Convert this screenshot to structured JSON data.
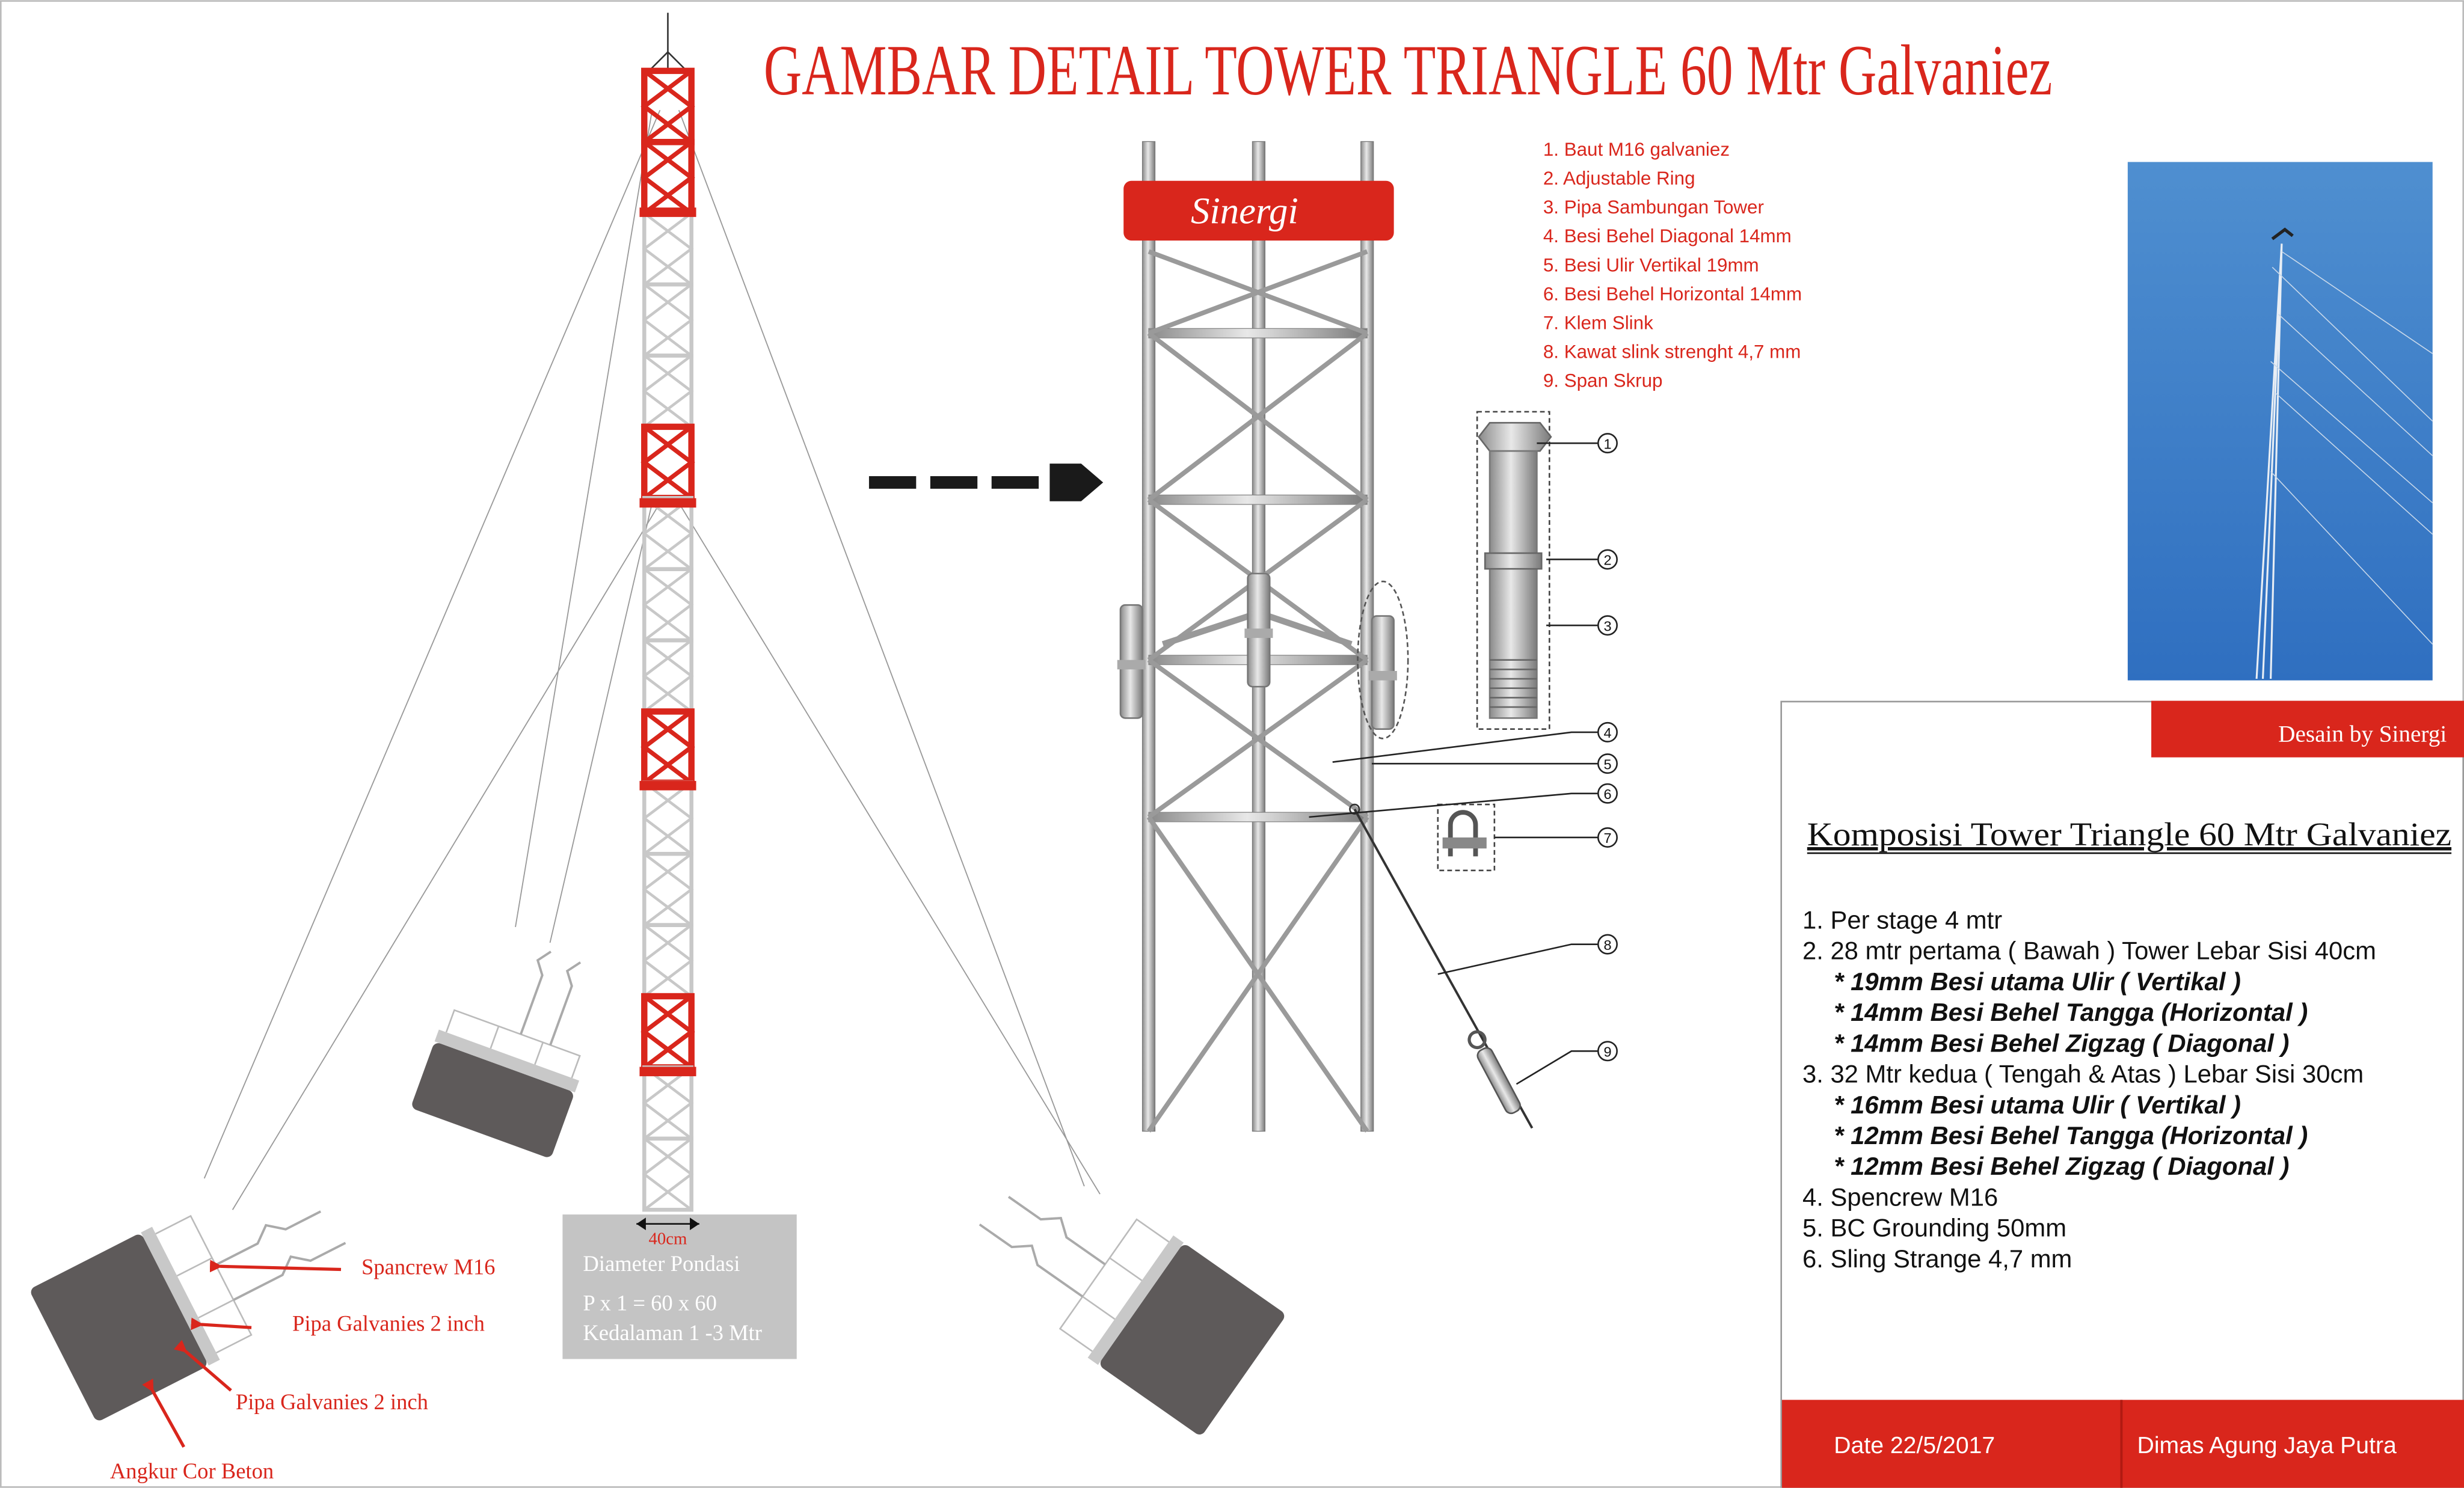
{
  "title": "GAMBAR DETAIL TOWER TRIANGLE 60 Mtr Galvaniez",
  "brand": "Sinergi",
  "parts_list": [
    "1. Baut M16 galvaniez",
    "2. Adjustable Ring",
    "3. Pipa Sambungan Tower",
    "4. Besi Behel Diagonal 14mm",
    "5. Besi Ulir Vertikal 19mm",
    "6. Besi  Behel Horizontal 14mm",
    "7. Klem Slink",
    "8. Kawat slink strenght 4,7 mm",
    "9. Span Skrup"
  ],
  "callout_numbers": [
    "1",
    "2",
    "3",
    "4",
    "5",
    "6",
    "7",
    "8",
    "9"
  ],
  "labels": {
    "spancrew": "Spancrew M16",
    "pipa1": "Pipa Galvanies  2 inch",
    "pipa2": "Pipa Galvanies  2 inch",
    "angkur": "Angkur Cor Beton"
  },
  "foundation": {
    "width": "40cm",
    "line1": "Diameter Pondasi",
    "line2": "P x 1  = 60 x 60",
    "line3": "Kedalaman 1 -3 Mtr"
  },
  "panel": {
    "designer_badge": "Desain by Sinergi",
    "heading": "Komposisi Tower Triangle  60 Mtr Galvaniez",
    "items": [
      {
        "text": "1. Per stage 4 mtr",
        "style": "normal"
      },
      {
        "text": "2. 28 mtr pertama ( Bawah ) Tower Lebar Sisi 40cm",
        "style": "normal"
      },
      {
        "text": "* 19mm Besi utama Ulir ( Vertikal )",
        "style": "sub"
      },
      {
        "text": "* 14mm Besi  Behel Tangga (Horizontal )",
        "style": "sub"
      },
      {
        "text": "* 14mm Besi Behel Zigzag ( Diagonal )",
        "style": "sub"
      },
      {
        "text": "3. 32 Mtr kedua  ( Tengah & Atas ) Lebar Sisi 30cm",
        "style": "normal"
      },
      {
        "text": "* 16mm Besi utama Ulir ( Vertikal )",
        "style": "sub"
      },
      {
        "text": "* 12mm Besi Behel Tangga (Horizontal )",
        "style": "sub"
      },
      {
        "text": "* 12mm Besi Behel Zigzag ( Diagonal )",
        "style": "sub"
      },
      {
        "text": "4. Spencrew M16",
        "style": "normal"
      },
      {
        "text": "5. BC Grounding 50mm",
        "style": "normal"
      },
      {
        "text": "6. Sling Strange 4,7 mm",
        "style": "normal"
      }
    ],
    "date": "Date 22/5/2017",
    "author": "Dimas Agung Jaya Putra"
  },
  "colors": {
    "red": "#d9261c",
    "grey": "#c8c8c8",
    "dark": "#5e5a5a",
    "sky": "#3f7fc4"
  }
}
